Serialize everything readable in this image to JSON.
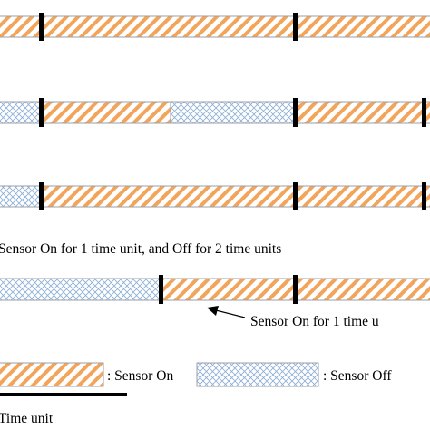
{
  "colors": {
    "on_stripe": "#f2a45a",
    "off_cross": "#8fb0d6",
    "tick": "#000000"
  },
  "timelines": [
    {
      "segments": [
        "on",
        "on",
        "on"
      ],
      "ticks": 2
    },
    {
      "segments": [
        "off",
        "on",
        "off",
        "on"
      ],
      "ticks": 3
    },
    {
      "segments": [
        "off",
        "on",
        "on"
      ],
      "ticks": 3
    },
    {
      "segments": [
        "off",
        "on",
        "on"
      ],
      "ticks": 2
    }
  ],
  "annotations": {
    "line3_caption": "Sensor On for 1 time unit, and Off for 2 time units",
    "line4_caption": "Sensor On for 1 time u"
  },
  "legend": {
    "on_label": ": Sensor On",
    "off_label": ": Sensor Off",
    "time_unit_label": "Time unit"
  }
}
